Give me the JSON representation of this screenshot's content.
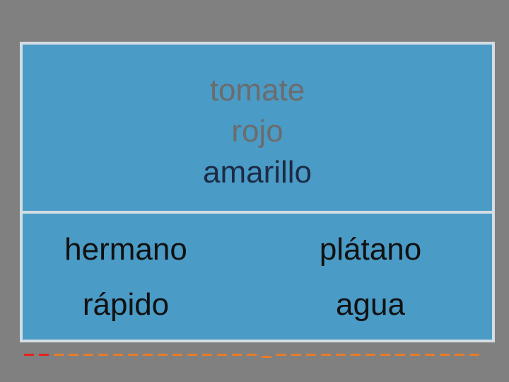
{
  "top_panel": {
    "words": [
      {
        "text": "tomate",
        "color": "#6c6c6c"
      },
      {
        "text": "rojo",
        "color": "#6c6c6c"
      },
      {
        "text": "amarillo",
        "color": "#1d2b46"
      }
    ]
  },
  "bottom_panel": {
    "cells": [
      "hermano",
      "plátano",
      "rápido",
      "agua"
    ]
  },
  "progress": {
    "colors": {
      "done": "#e8201a",
      "todo": "#e87b2a"
    },
    "total_segments": 31,
    "completed_segments": 2
  }
}
